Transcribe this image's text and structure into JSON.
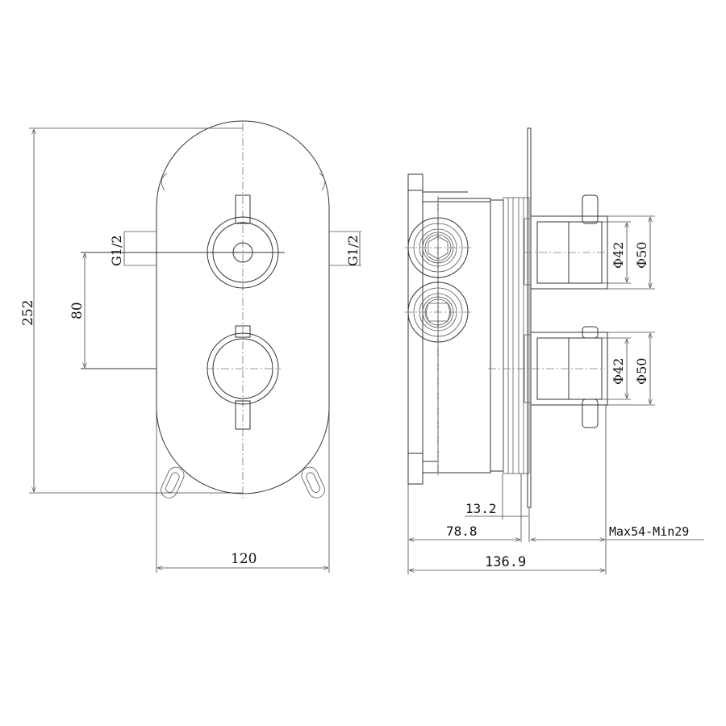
{
  "drawing": {
    "type": "technical-drawing",
    "subject": "concealed thermostatic shower valve, two handles",
    "front_view": {
      "labels": {
        "overall_height": "252",
        "handle_spacing": "80",
        "overall_width": "120",
        "left_inlet_thread": "G1/2",
        "right_inlet_thread": "G1/2"
      }
    },
    "side_view": {
      "labels": {
        "upper_handle_inner_dia": "Φ42",
        "upper_handle_outer_dia": "Φ50",
        "lower_handle_inner_dia": "Φ42",
        "lower_handle_outer_dia": "Φ50",
        "plate_offset": "13.2",
        "body_depth": "78.8",
        "wall_range": "Max54-Min29",
        "overall_depth": "136.9"
      }
    },
    "colors": {
      "line": "#333333",
      "background": "#ffffff"
    }
  }
}
